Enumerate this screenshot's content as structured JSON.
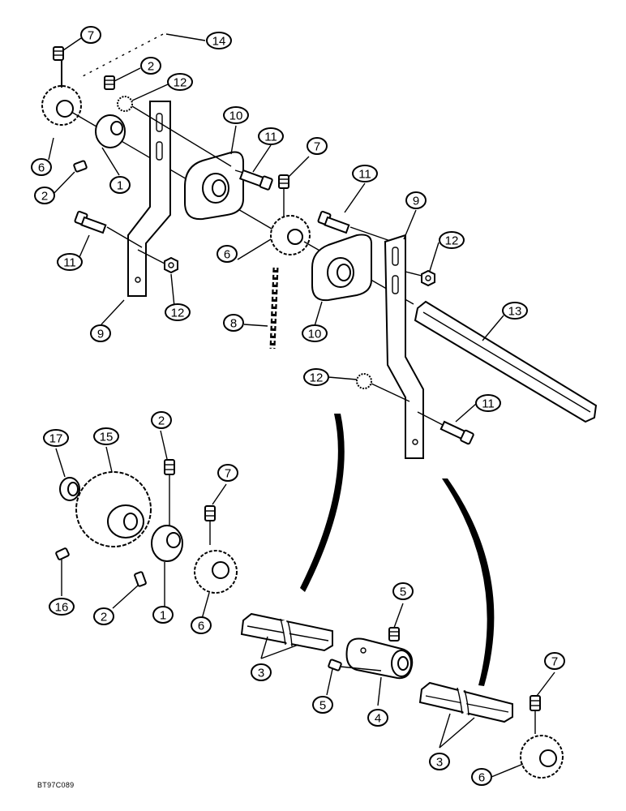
{
  "figure_id": "BT97C089",
  "callouts": [
    {
      "id": "c1",
      "label": "7"
    },
    {
      "id": "c2",
      "label": "14"
    },
    {
      "id": "c3",
      "label": "2"
    },
    {
      "id": "c4",
      "label": "12"
    },
    {
      "id": "c5",
      "label": "6"
    },
    {
      "id": "c6",
      "label": "2"
    },
    {
      "id": "c7",
      "label": "1"
    },
    {
      "id": "c8",
      "label": "10"
    },
    {
      "id": "c9",
      "label": "11"
    },
    {
      "id": "c10",
      "label": "7"
    },
    {
      "id": "c11",
      "label": "11"
    },
    {
      "id": "c12",
      "label": "9"
    },
    {
      "id": "c13",
      "label": "11"
    },
    {
      "id": "c14",
      "label": "6"
    },
    {
      "id": "c15",
      "label": "12"
    },
    {
      "id": "c16",
      "label": "12"
    },
    {
      "id": "c17",
      "label": "9"
    },
    {
      "id": "c18",
      "label": "8"
    },
    {
      "id": "c19",
      "label": "10"
    },
    {
      "id": "c20",
      "label": "13"
    },
    {
      "id": "c21",
      "label": "12"
    },
    {
      "id": "c22",
      "label": "11"
    },
    {
      "id": "c23",
      "label": "17"
    },
    {
      "id": "c24",
      "label": "15"
    },
    {
      "id": "c25",
      "label": "2"
    },
    {
      "id": "c26",
      "label": "7"
    },
    {
      "id": "c27",
      "label": "16"
    },
    {
      "id": "c28",
      "label": "2"
    },
    {
      "id": "c29",
      "label": "1"
    },
    {
      "id": "c30",
      "label": "6"
    },
    {
      "id": "c31",
      "label": "5"
    },
    {
      "id": "c32",
      "label": "3"
    },
    {
      "id": "c33",
      "label": "5"
    },
    {
      "id": "c34",
      "label": "4"
    },
    {
      "id": "c35",
      "label": "7"
    },
    {
      "id": "c36",
      "label": "3"
    },
    {
      "id": "c37",
      "label": "6"
    }
  ]
}
